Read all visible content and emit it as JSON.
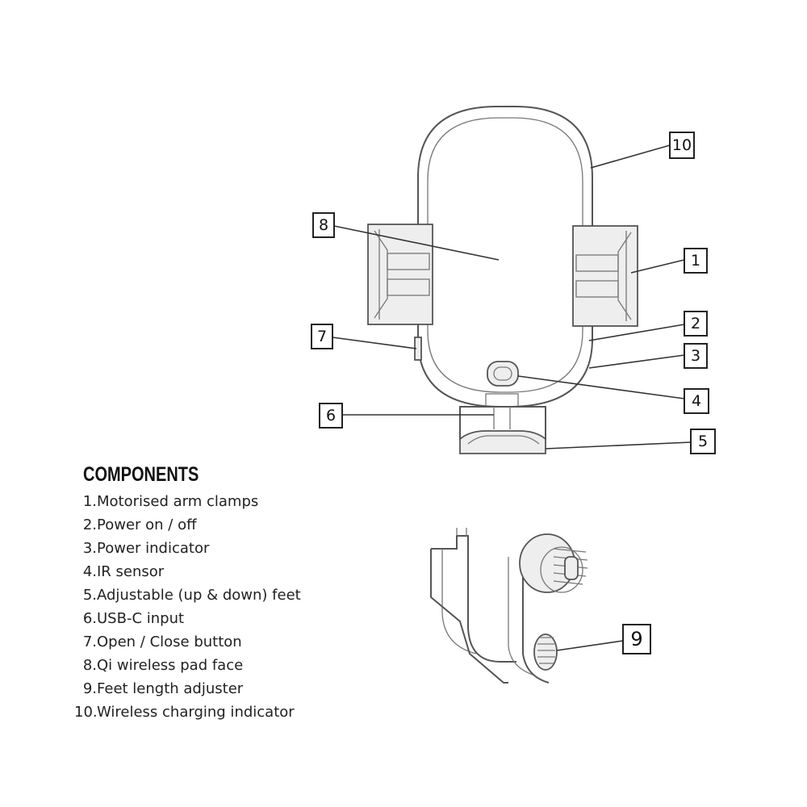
{
  "components": {
    "heading": "COMPONENTS",
    "items": [
      {
        "num": "1.",
        "label": "Motorised arm clamps"
      },
      {
        "num": "2.",
        "label": "Power on / off"
      },
      {
        "num": "3.",
        "label": "Power indicator"
      },
      {
        "num": "4.",
        "label": "IR sensor"
      },
      {
        "num": "5.",
        "label": "Adjustable (up & down) feet"
      },
      {
        "num": "6.",
        "label": "USB-C input"
      },
      {
        "num": "7.",
        "label": "Open / Close button"
      },
      {
        "num": "8.",
        "label": "Qi wireless pad face"
      },
      {
        "num": "9.",
        "label": "Feet length adjuster"
      },
      {
        "num": "10.",
        "label": "Wireless charging indicator"
      }
    ]
  },
  "callouts": {
    "c1": "1",
    "c2": "2",
    "c3": "3",
    "c4": "4",
    "c5": "5",
    "c6": "6",
    "c7": "7",
    "c8": "8",
    "c9": "9",
    "c10": "10"
  }
}
